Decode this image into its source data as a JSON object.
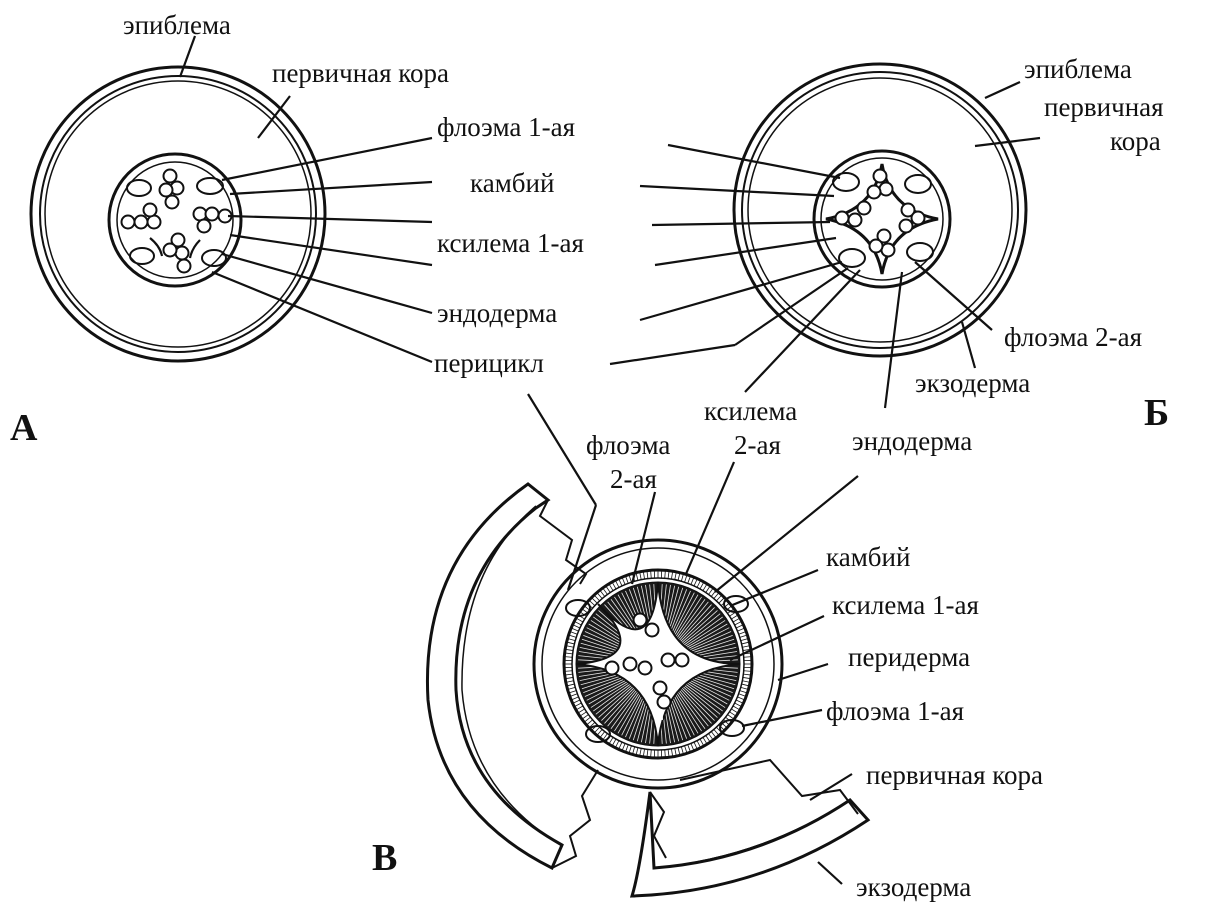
{
  "panels": {
    "A": {
      "letter": "А",
      "labels": {
        "epiblema": "эпиблема",
        "primary_cortex": "первичная кора",
        "phloem1": "флоэма 1-ая",
        "cambium": "камбий",
        "xylem1": "ксилема 1-ая",
        "endoderm": "эндодерма",
        "pericycle": "перицикл"
      }
    },
    "B": {
      "letter": "Б",
      "labels": {
        "epiblema": "эпиблема",
        "primary_cortex_l1": "первичная",
        "primary_cortex_l2": "кора",
        "phloem2": "флоэма 2-ая",
        "exoderm": "экзодерма",
        "xylem2_l1": "ксилема",
        "xylem2_l2": "2-ая",
        "endoderm": "эндодерма"
      }
    },
    "V": {
      "letter": "В",
      "labels": {
        "phloem2_l1": "флоэма",
        "phloem2_l2": "2-ая",
        "cambium": "камбий",
        "xylem1": "ксилема 1-ая",
        "periderm": "перидерма",
        "phloem1": "флоэма 1-ая",
        "primary_cortex": "первичная кора",
        "exoderm": "экзодерма"
      }
    }
  }
}
